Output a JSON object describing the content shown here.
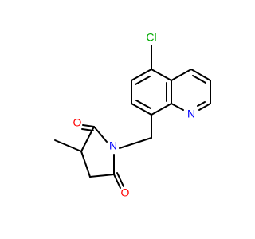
{
  "colors": {
    "bond": "#000000",
    "carbon": "#000000",
    "oxygen": "#ff0000",
    "nitrogen": "#0000ff",
    "chlorine": "#00aa00",
    "background": "#ffffff"
  },
  "atoms": [
    {
      "id": "cl",
      "label": "Cl",
      "element": "chlorine"
    },
    {
      "id": "n_q",
      "label": "N",
      "element": "nitrogen"
    },
    {
      "id": "n_s",
      "label": "N",
      "element": "nitrogen"
    },
    {
      "id": "o_top",
      "label": "O",
      "element": "oxygen"
    },
    {
      "id": "o_bot",
      "label": "O",
      "element": "oxygen"
    }
  ]
}
